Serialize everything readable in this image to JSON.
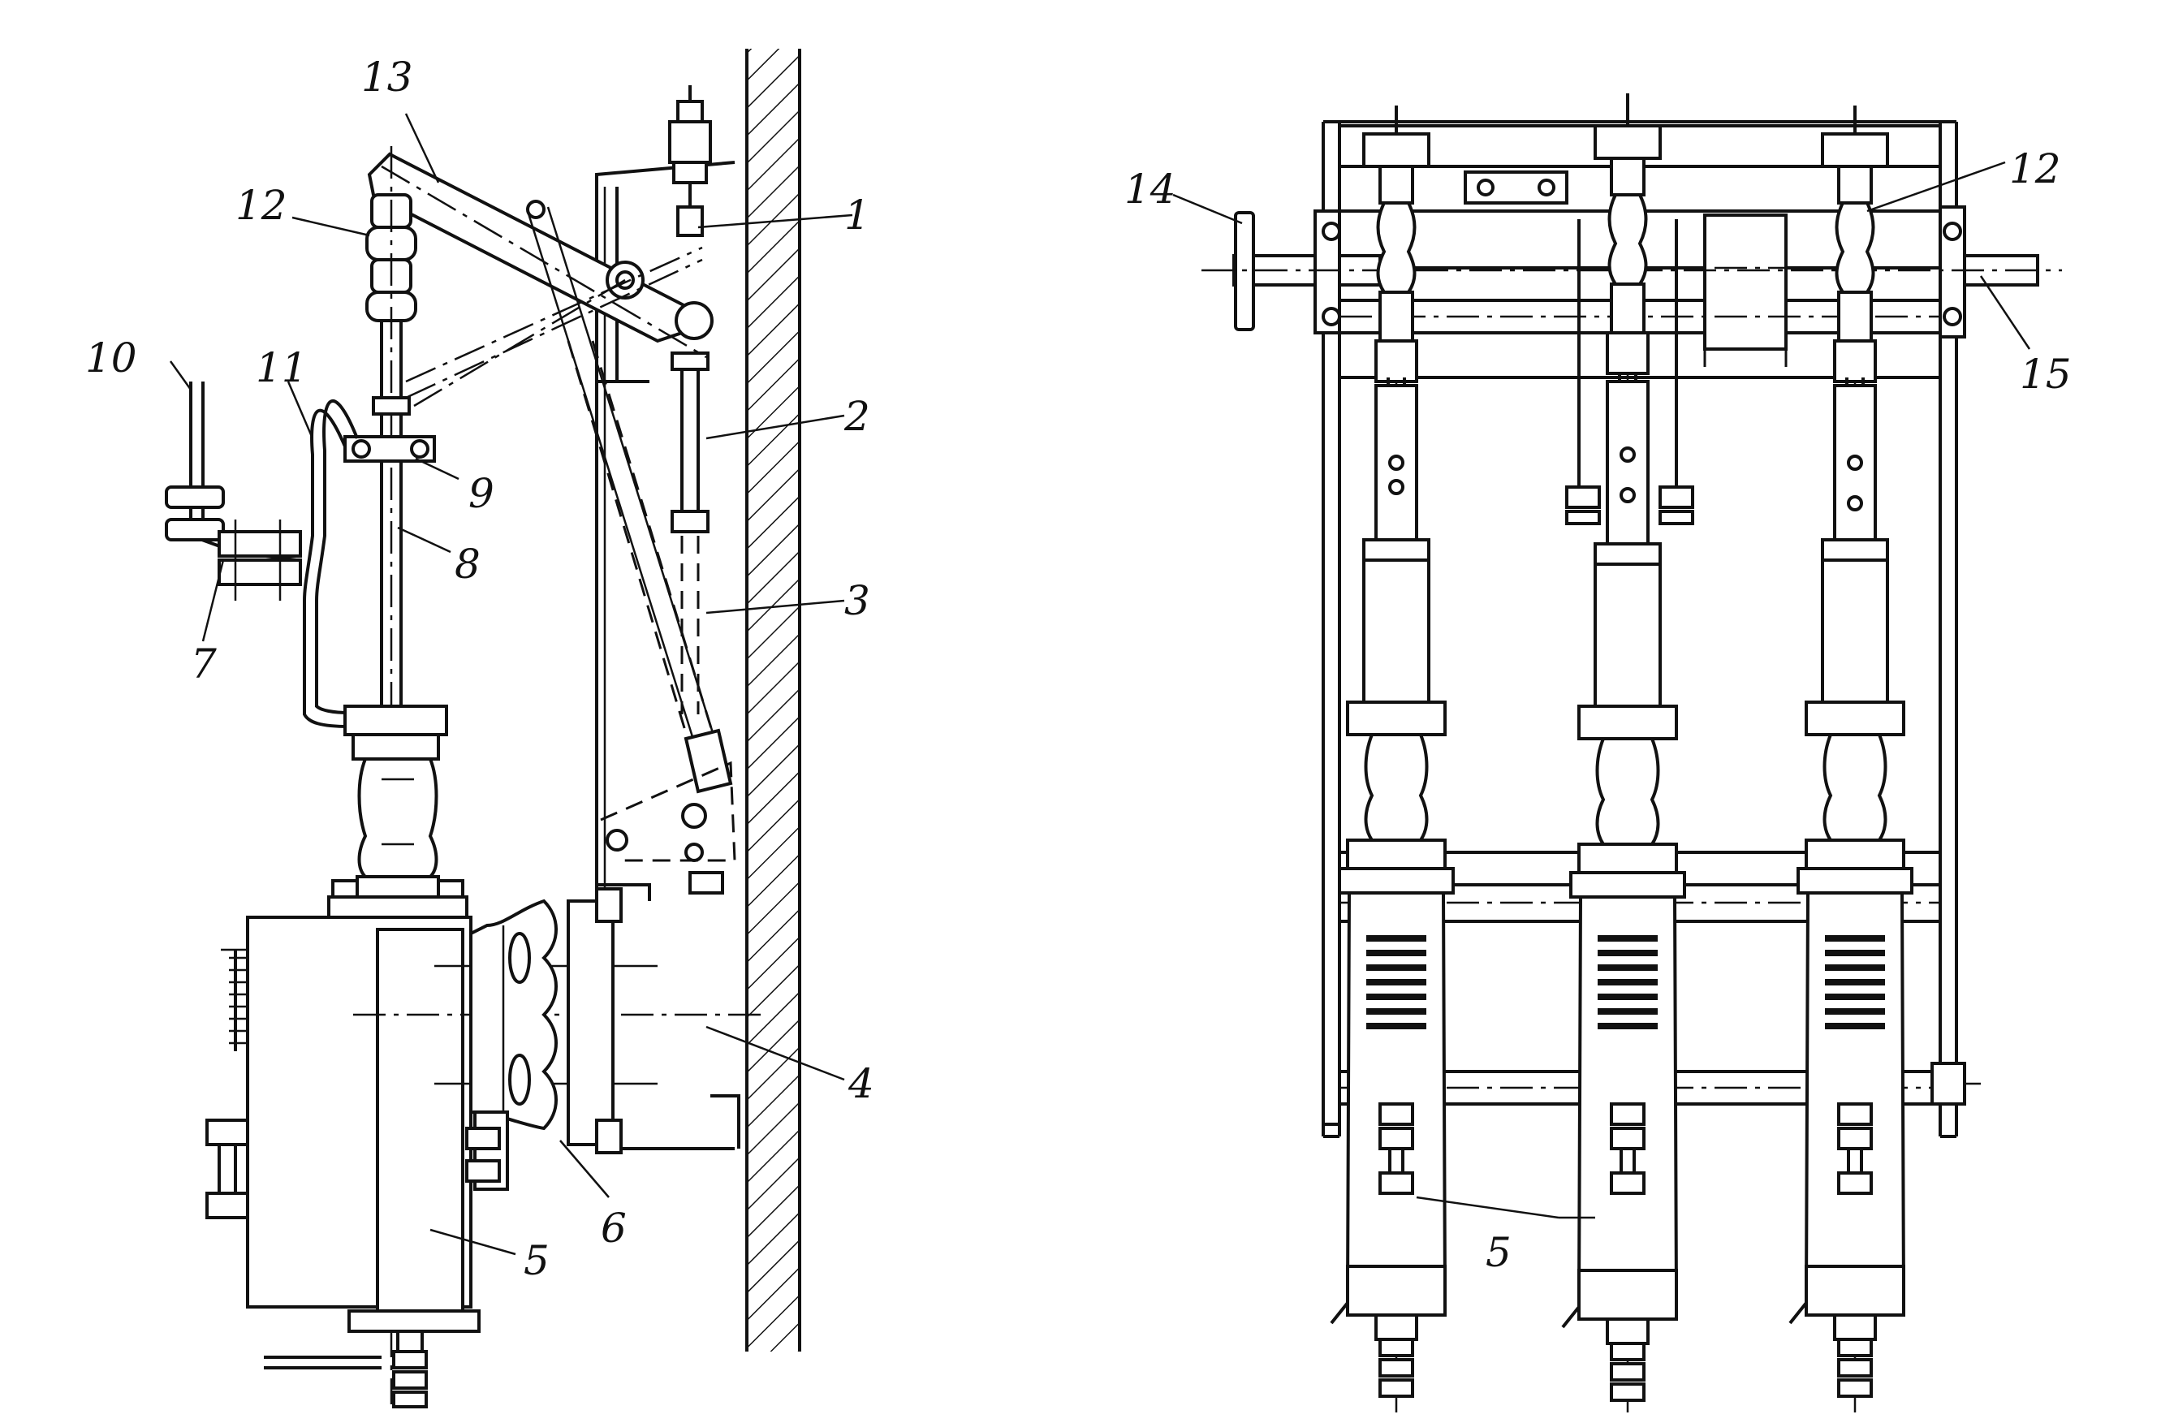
{
  "callouts": {
    "c1": "1",
    "c2": "2",
    "c3": "3",
    "c4": "4",
    "c5": "5",
    "c6": "6",
    "c7": "7",
    "c8": "8",
    "c9": "9",
    "c10": "10",
    "c11": "11",
    "c12": "12",
    "c13": "13",
    "c5b": "5",
    "c12b": "12",
    "c14": "14",
    "c15": "15"
  }
}
